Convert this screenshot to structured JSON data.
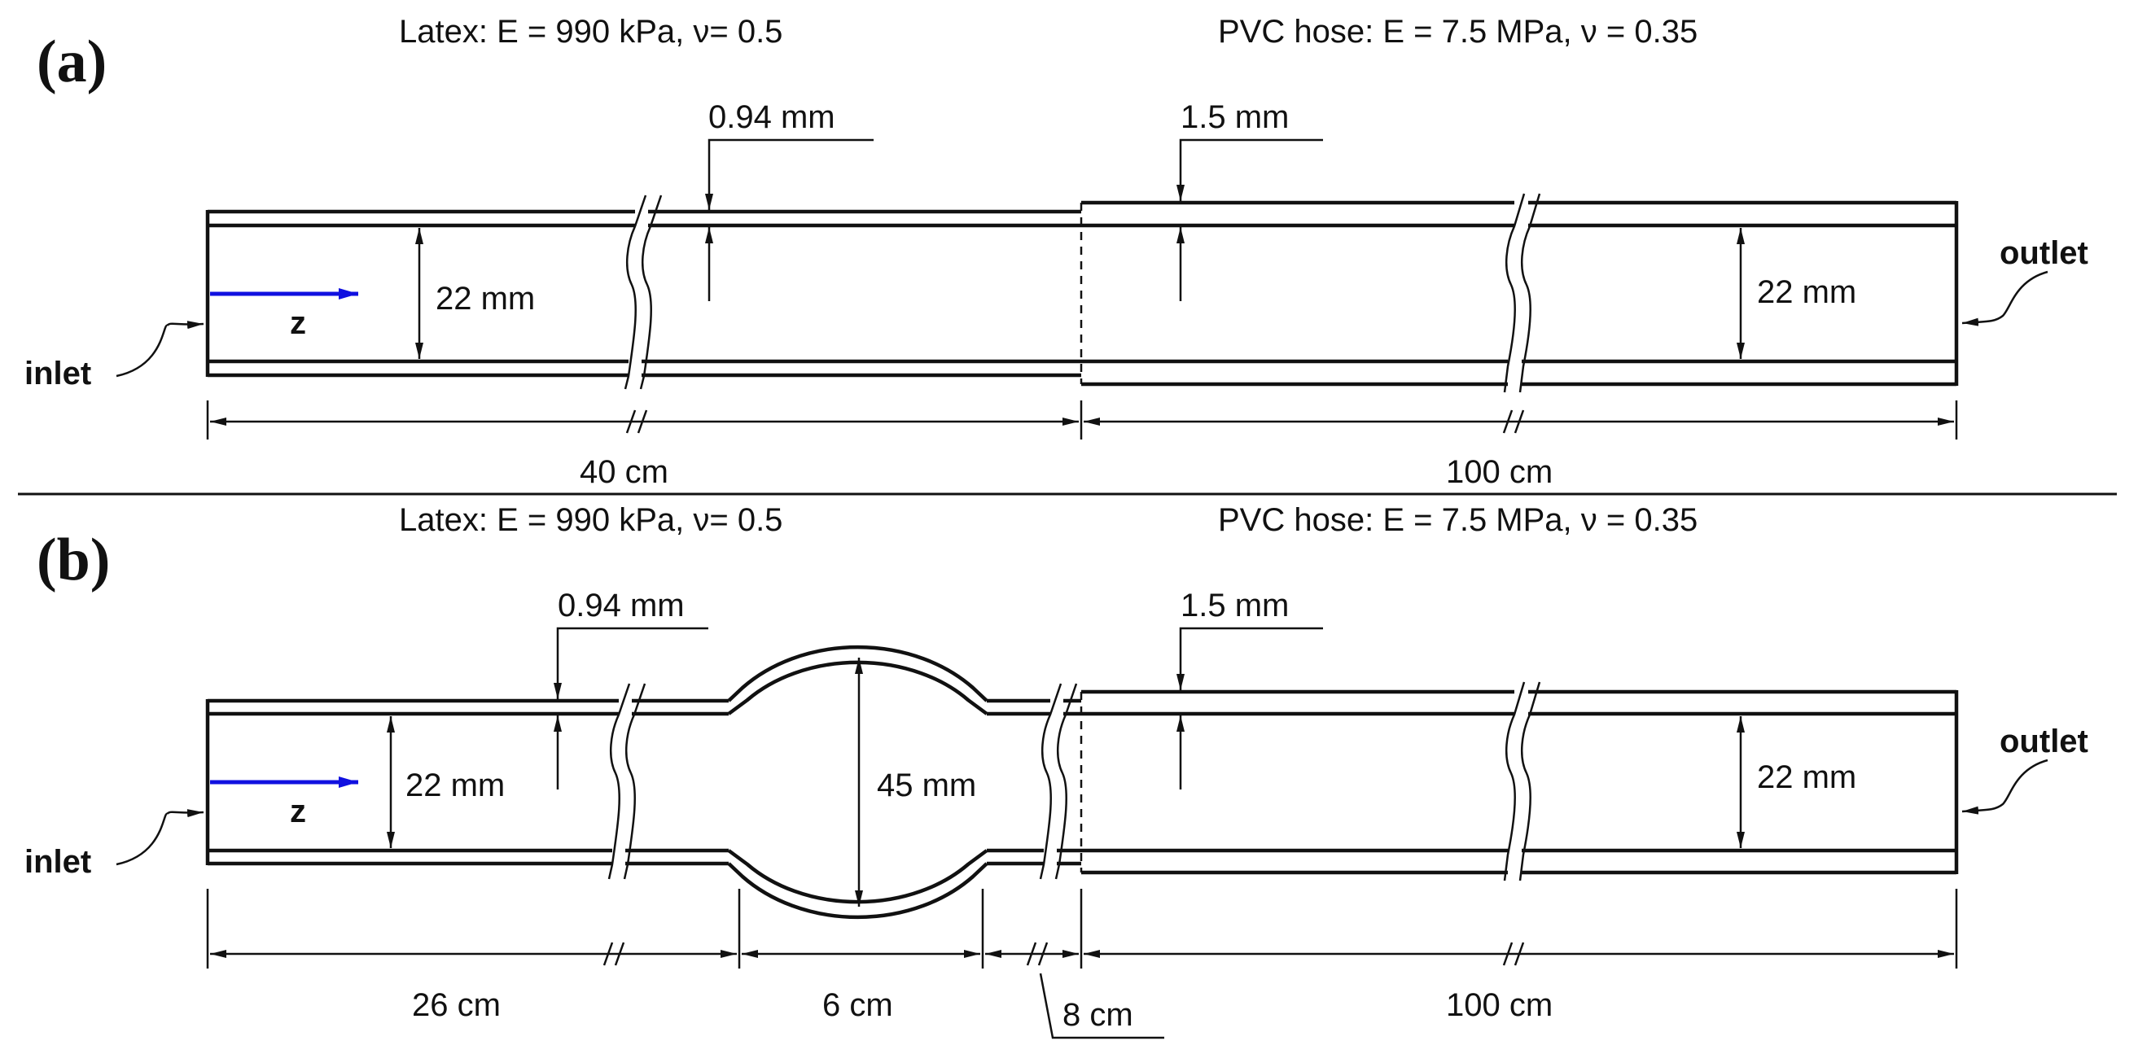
{
  "panels": {
    "a": {
      "label": "(a)",
      "latex_props": "Latex: E = 990 kPa,  ν= 0.5",
      "pvc_props": "PVC hose: E = 7.5 MPa,  ν = 0.35",
      "latex_wall": "0.94 mm",
      "pvc_wall": "1.5 mm",
      "diameter_left": "22 mm",
      "diameter_right": "22 mm",
      "flow_axis": "z",
      "inlet": "inlet",
      "outlet": "outlet",
      "length_latex": "40 cm",
      "length_pvc": "100 cm"
    },
    "b": {
      "label": "(b)",
      "latex_props": "Latex: E = 990 kPa,  ν= 0.5",
      "pvc_props": "PVC hose: E = 7.5 MPa,  ν = 0.35",
      "latex_wall": "0.94 mm",
      "pvc_wall": "1.5 mm",
      "diameter_left": "22 mm",
      "diameter_bulge": "45 mm",
      "diameter_right": "22 mm",
      "flow_axis": "z",
      "inlet": "inlet",
      "outlet": "outlet",
      "length_upstream": "26 cm",
      "length_bulge": "6 cm",
      "length_downstream": "8 cm",
      "length_pvc": "100 cm"
    }
  },
  "colors": {
    "line": "#111111",
    "flow_arrow": "#1010e0"
  }
}
